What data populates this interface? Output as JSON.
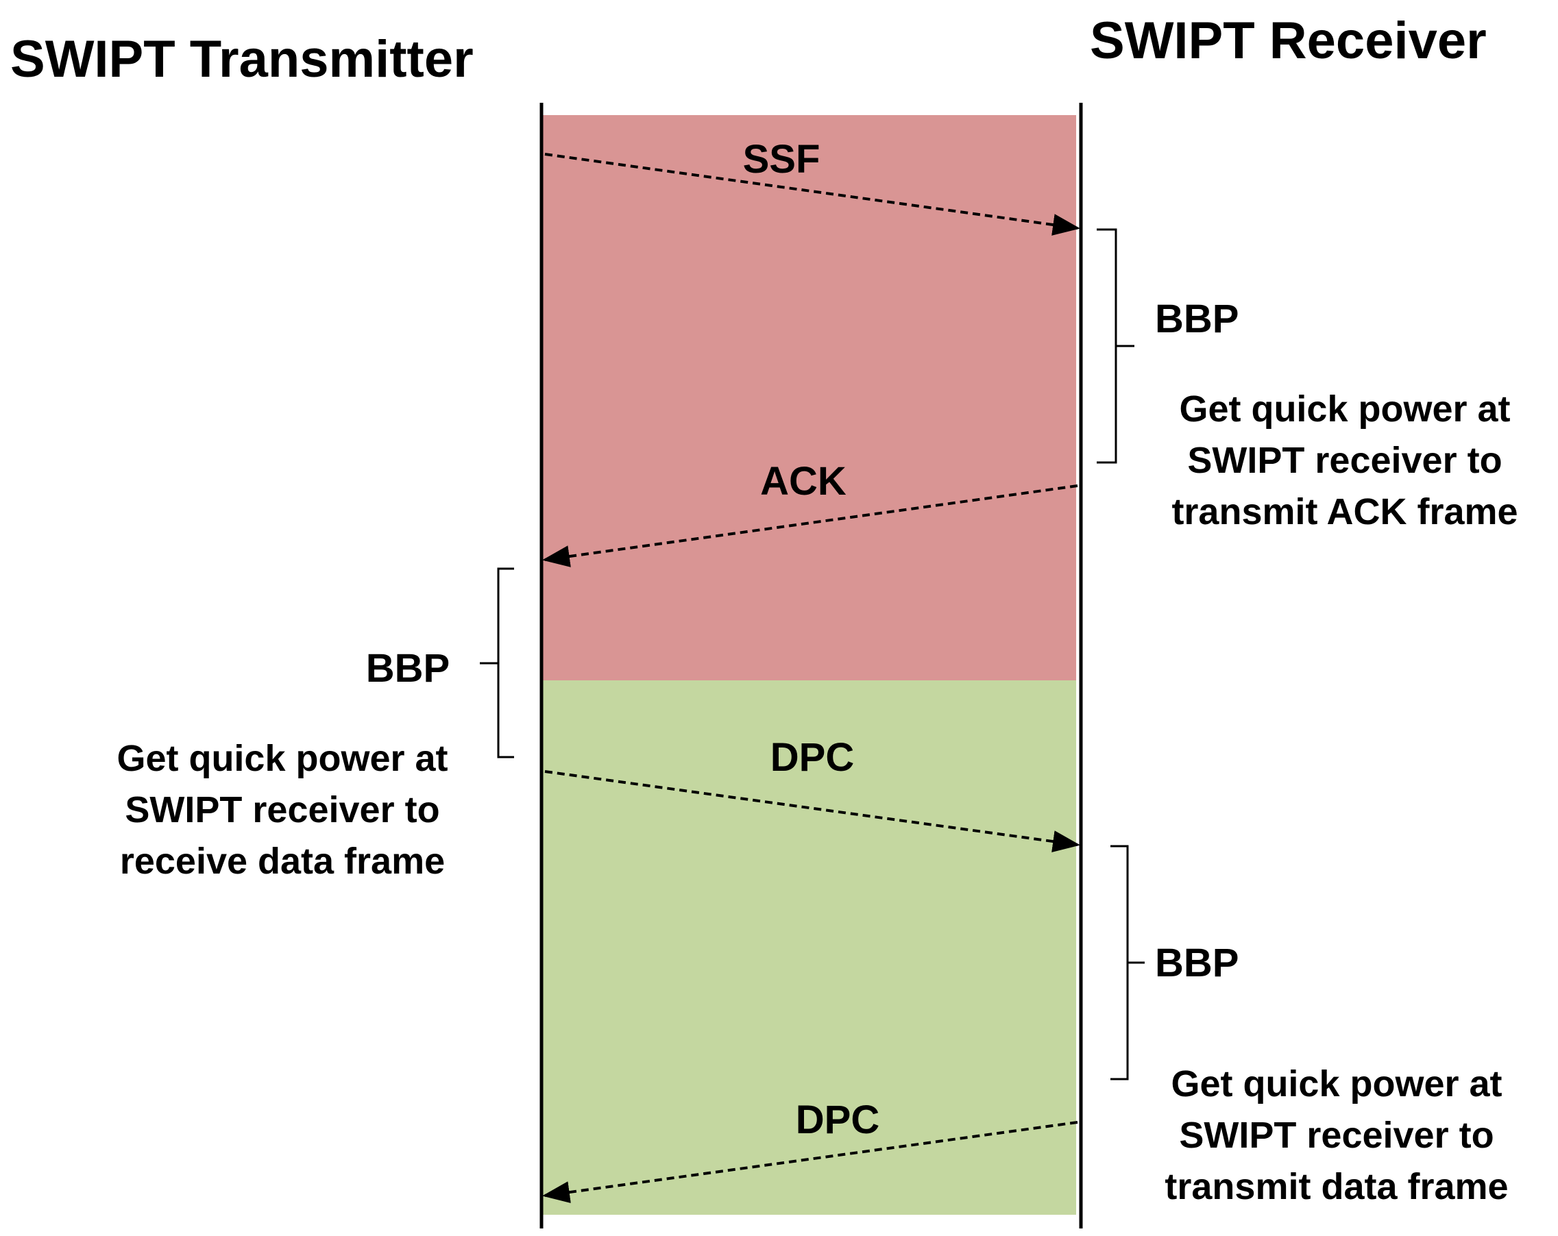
{
  "diagram": {
    "left_party": "SWIPT Transmitter",
    "right_party": "SWIPT Receiver",
    "colors": {
      "phase1": "#d99594",
      "phase2": "#c4d7a0",
      "line": "#000000",
      "background": "#ffffff"
    },
    "messages": [
      {
        "label": "SSF",
        "direction": "to-receiver"
      },
      {
        "label": "ACK",
        "direction": "to-transmitter"
      },
      {
        "label": "DPC",
        "direction": "to-receiver"
      },
      {
        "label": "DPC",
        "direction": "to-transmitter"
      }
    ],
    "notes": {
      "rx1": {
        "label": "BBP",
        "lines": [
          "Get quick power at",
          "SWIPT receiver  to",
          "transmit ACK frame"
        ]
      },
      "tx1": {
        "label": "BBP",
        "lines": [
          "Get quick power at",
          "SWIPT receiver  to",
          "receive data frame"
        ]
      },
      "rx2": {
        "label": "BBP",
        "lines": [
          "Get quick power at",
          "SWIPT receiver  to",
          "transmit data frame"
        ]
      }
    }
  }
}
